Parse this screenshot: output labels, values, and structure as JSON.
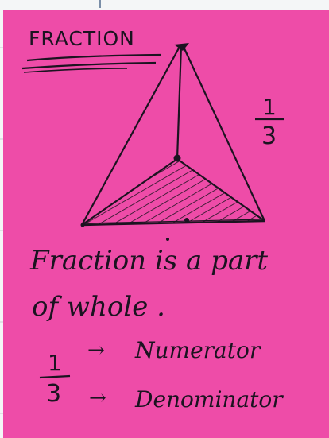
{
  "title": "FRACTION",
  "side_fraction": {
    "numerator": "1",
    "denominator": "3"
  },
  "definition": {
    "line1": "Fraction is a part",
    "line2": "of whole ."
  },
  "legend": {
    "numerator_value": "1",
    "denominator_value": "3",
    "numerator_label": "Numerator",
    "denominator_label": "Denominator"
  },
  "colors": {
    "card": "#ee4ca8",
    "ink": "#1b1320"
  }
}
